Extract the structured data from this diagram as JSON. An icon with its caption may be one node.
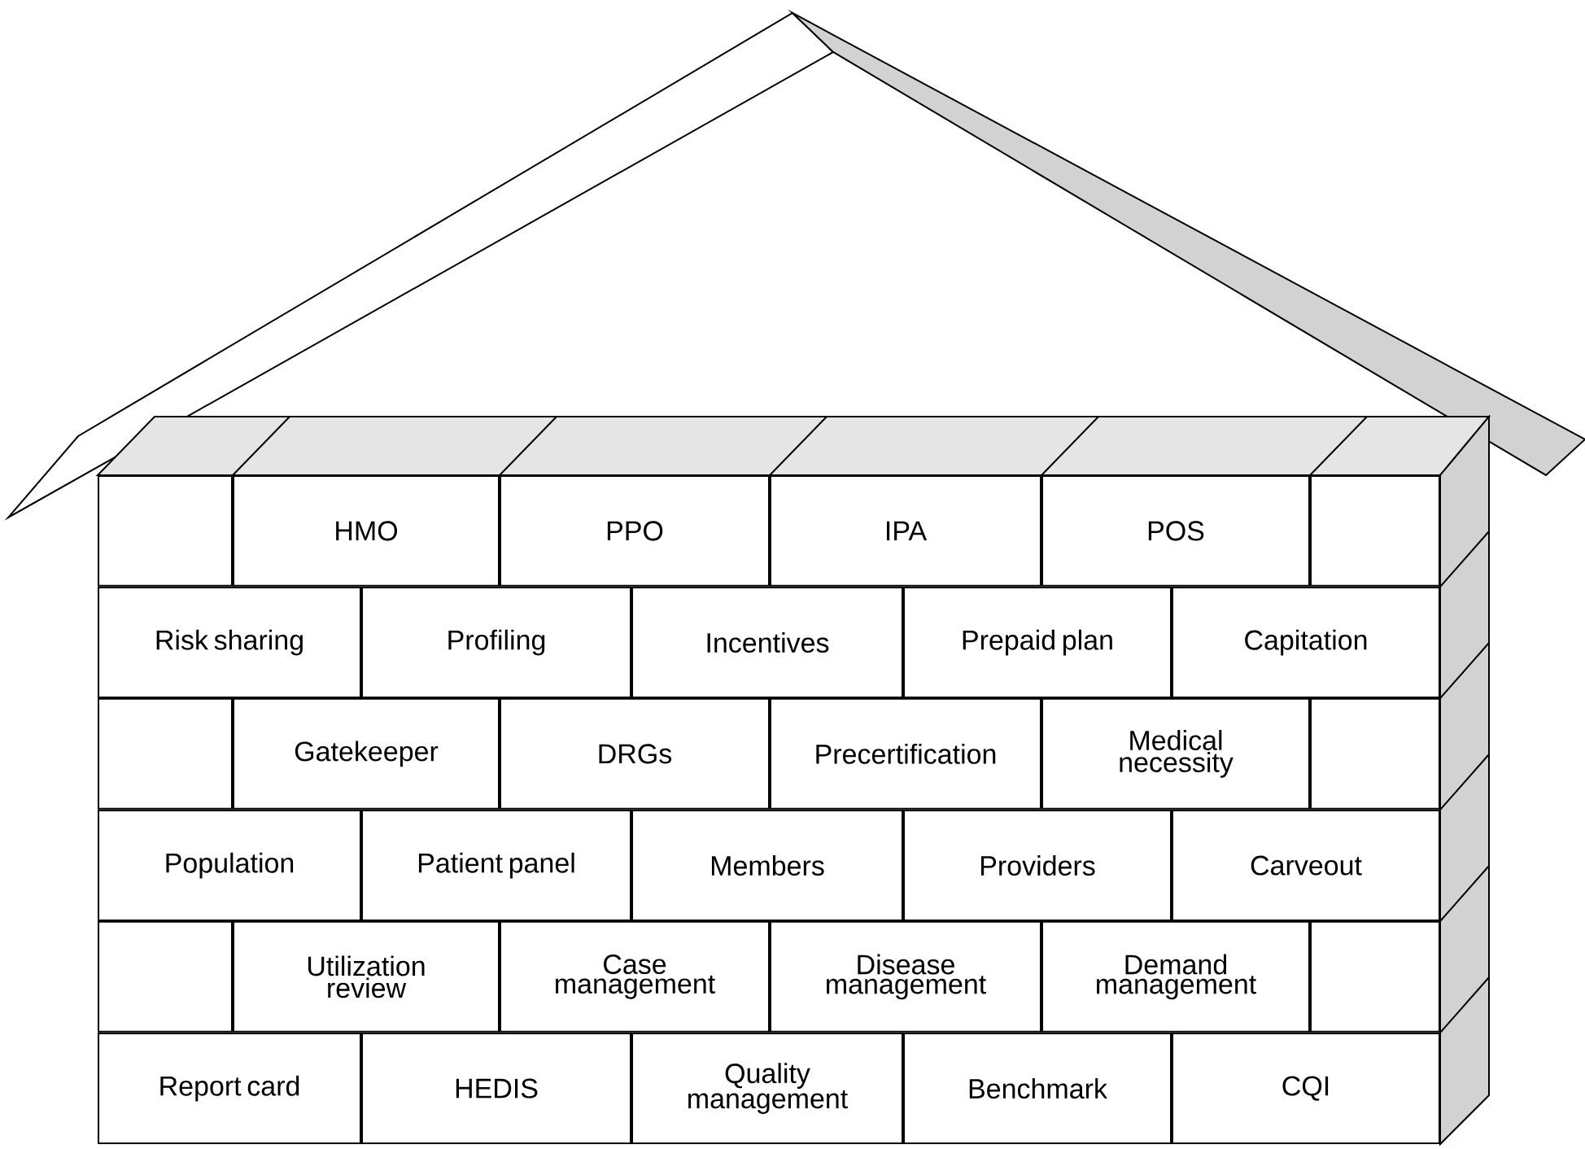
{
  "diagram": {
    "nodes": [
      {
        "text": [],
        "shape": "box"
      },
      {
        "text": [
          "HMO"
        ]
      },
      {
        "text": [
          "PPO"
        ]
      },
      {
        "text": [
          "IPA"
        ]
      },
      {
        "text": [
          "POS"
        ]
      },
      {
        "text": [],
        "shape": "box"
      },
      {
        "text": [
          "Risk sharing"
        ]
      },
      {
        "text": [
          "Profiling"
        ]
      },
      {
        "text": [
          "Incentives"
        ]
      },
      {
        "text": [
          "Prepaid plan"
        ]
      },
      {
        "text": [
          "Capitation"
        ]
      },
      {
        "text": [],
        "shape": "box"
      },
      {
        "text": [
          "Gatekeeper"
        ]
      },
      {
        "text": [
          "DRGs"
        ]
      },
      {
        "text": [
          "Precertification"
        ]
      },
      {
        "text": [
          "Medical necessity"
        ]
      },
      {
        "text": [],
        "shape": "box"
      },
      {
        "text": [
          "Population"
        ]
      },
      {
        "text": [
          "Patient panel"
        ]
      },
      {
        "text": [
          "Members"
        ]
      },
      {
        "text": [
          "Providers"
        ]
      },
      {
        "text": [
          "Carveout"
        ]
      },
      {
        "text": [],
        "shape": "box"
      },
      {
        "text": [
          "Utilization review"
        ]
      },
      {
        "text": [
          "Case management"
        ]
      },
      {
        "text": [
          "Disease management"
        ]
      },
      {
        "text": [
          "Demand management"
        ]
      },
      {
        "text": [],
        "shape": "box"
      },
      {
        "text": [
          "Report card"
        ]
      },
      {
        "text": [
          "HEDIS"
        ]
      },
      {
        "text": [
          "Quality management"
        ]
      },
      {
        "text": [
          "Benchmark"
        ]
      },
      {
        "text": [
          "CQI"
        ]
      }
    ]
  }
}
